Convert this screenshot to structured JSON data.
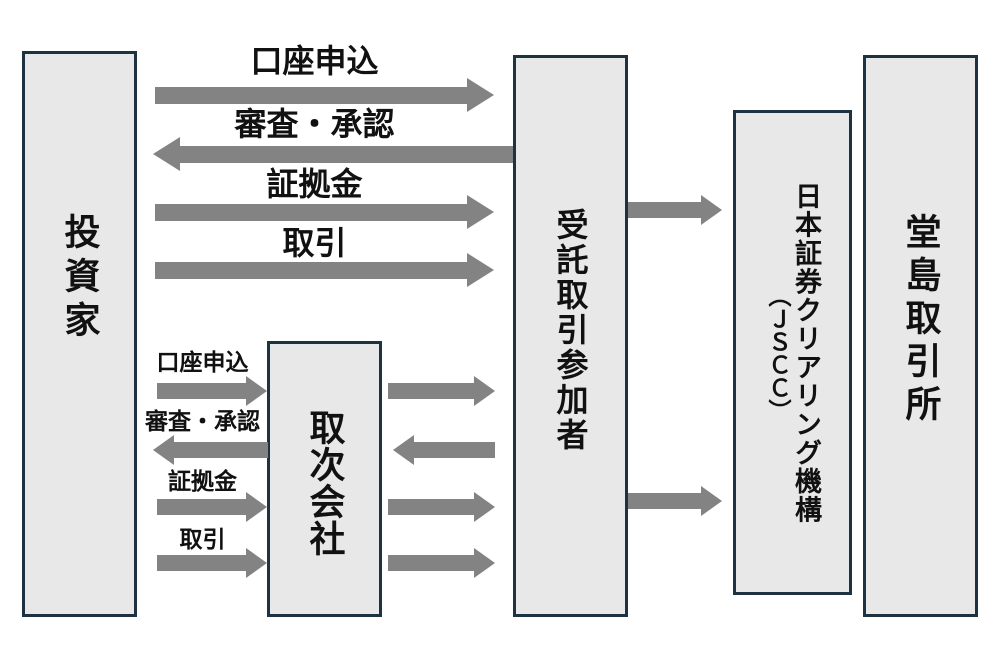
{
  "colors": {
    "background": "#ffffff",
    "box_fill": "#e8e8e8",
    "box_border": "#1d3342",
    "arrow": "#838383",
    "text": "#111111"
  },
  "boxes": {
    "investor": {
      "label": "投資家"
    },
    "agent": {
      "label": "取次会社"
    },
    "participant": {
      "label": "受託取引参加者"
    },
    "jscc": {
      "label_main": "日本証券クリアリング機構",
      "label_paren": "（ＪＳＣＣ）"
    },
    "exchange": {
      "label": "堂島取引所"
    }
  },
  "investor_participant_flows": [
    {
      "label": "口座申込",
      "direction": "right"
    },
    {
      "label": "審査・承認",
      "direction": "left"
    },
    {
      "label": "証拠金",
      "direction": "right"
    },
    {
      "label": "取引",
      "direction": "right"
    }
  ],
  "investor_agent_flows": [
    {
      "label": "口座申込",
      "direction": "right"
    },
    {
      "label": "審査・承認",
      "direction": "left"
    },
    {
      "label": "証拠金",
      "direction": "right"
    },
    {
      "label": "取引",
      "direction": "right"
    }
  ],
  "agent_participant_flows": [
    {
      "direction": "right"
    },
    {
      "direction": "left"
    },
    {
      "direction": "right"
    },
    {
      "direction": "right"
    }
  ],
  "participant_jscc_flows": [
    {
      "direction": "right"
    },
    {
      "direction": "right"
    }
  ]
}
